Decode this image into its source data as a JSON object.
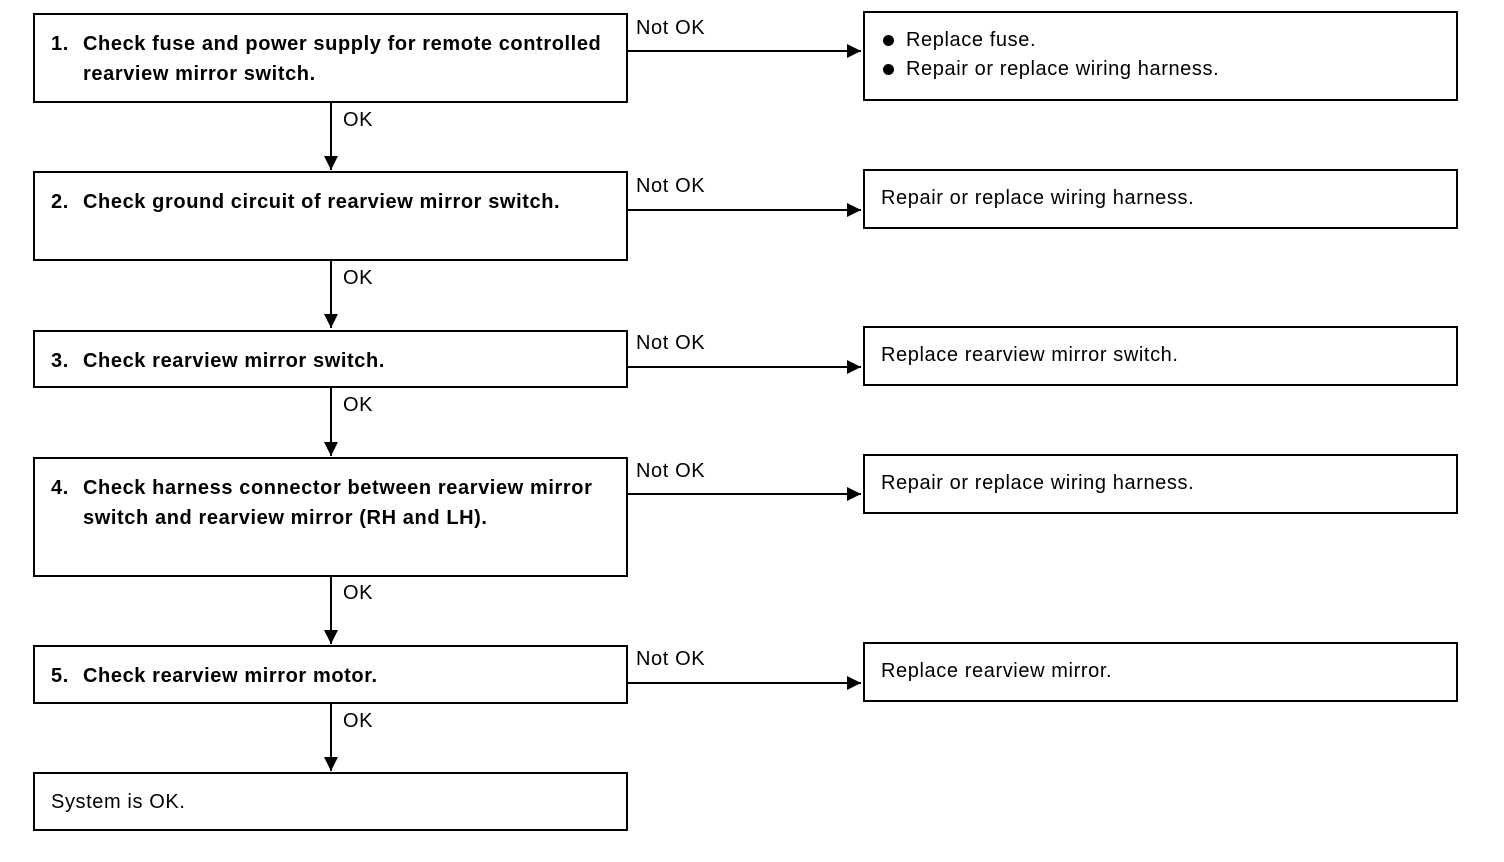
{
  "steps": [
    {
      "number": "1.",
      "text": "Check fuse and power supply for remote controlled rearview mirror switch."
    },
    {
      "number": "2.",
      "text": "Check ground circuit of rearview mirror switch."
    },
    {
      "number": "3.",
      "text": "Check rearview mirror switch."
    },
    {
      "number": "4.",
      "text": "Check harness connector between rearview mirror switch and rearview mirror (RH and LH)."
    },
    {
      "number": "5.",
      "text": "Check rearview mirror motor."
    }
  ],
  "results": [
    {
      "bullets": [
        "Replace fuse.",
        "Repair or replace wiring harness."
      ]
    },
    {
      "text": "Repair or replace wiring harness."
    },
    {
      "text": "Replace rearview mirror switch."
    },
    {
      "text": "Repair or replace wiring harness."
    },
    {
      "text": "Replace rearview mirror."
    }
  ],
  "final": {
    "text": "System is OK."
  },
  "labels": {
    "ok": "OK",
    "not_ok": "Not OK"
  }
}
